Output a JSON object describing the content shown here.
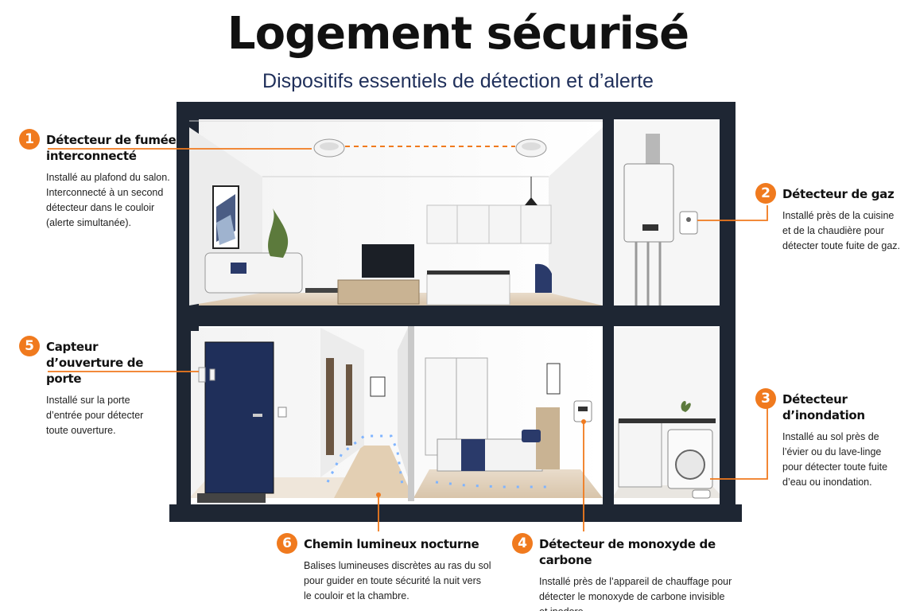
{
  "header": {
    "title": "Logement sécurisé",
    "subtitle": "Dispositifs essentiels de détection et d’alerte"
  },
  "colors": {
    "accent": "#f07a1e",
    "structure": "#1e2633",
    "navy": "#1f2f5a",
    "blue_light": "#7fb4ff"
  },
  "callouts": [
    {
      "number": "1",
      "title_line1": "Détecteur de fumée",
      "title_line2": "interconnecté",
      "desc": [
        "Installé au plafond du salon.",
        "Interconnecté à un second",
        "détecteur dans le couloir",
        "(alerte simultanée)."
      ]
    },
    {
      "number": "2",
      "title_line1": "Détecteur de gaz",
      "title_line2": "",
      "desc": [
        "Installé près de la cuisine",
        "et de la chaudière pour",
        "détecter toute fuite de gaz."
      ]
    },
    {
      "number": "3",
      "title_line1": "Détecteur d’inondation",
      "title_line2": "",
      "desc": [
        "Installé au sol près de",
        "l’évier ou du lave-linge",
        "pour détecter toute fuite",
        "d’eau ou inondation."
      ]
    },
    {
      "number": "4",
      "title_line1": "Détecteur de monoxyde de carbone",
      "title_line2": "",
      "desc": [
        "Installé près de l’appareil de chauffage pour",
        "détecter le monoxyde de carbone invisible",
        "et inodore."
      ]
    },
    {
      "number": "5",
      "title_line1": "Capteur",
      "title_line2": "d’ouverture de porte",
      "desc": [
        "Installé sur la porte",
        "d’entrée pour détecter",
        "toute ouverture."
      ]
    },
    {
      "number": "6",
      "title_line1": "Chemin lumineux nocturne",
      "title_line2": "",
      "desc": [
        "Balises lumineuses discrètes au ras du sol",
        "pour guider en toute sécurité la nuit vers",
        "le couloir et la chambre."
      ]
    }
  ]
}
